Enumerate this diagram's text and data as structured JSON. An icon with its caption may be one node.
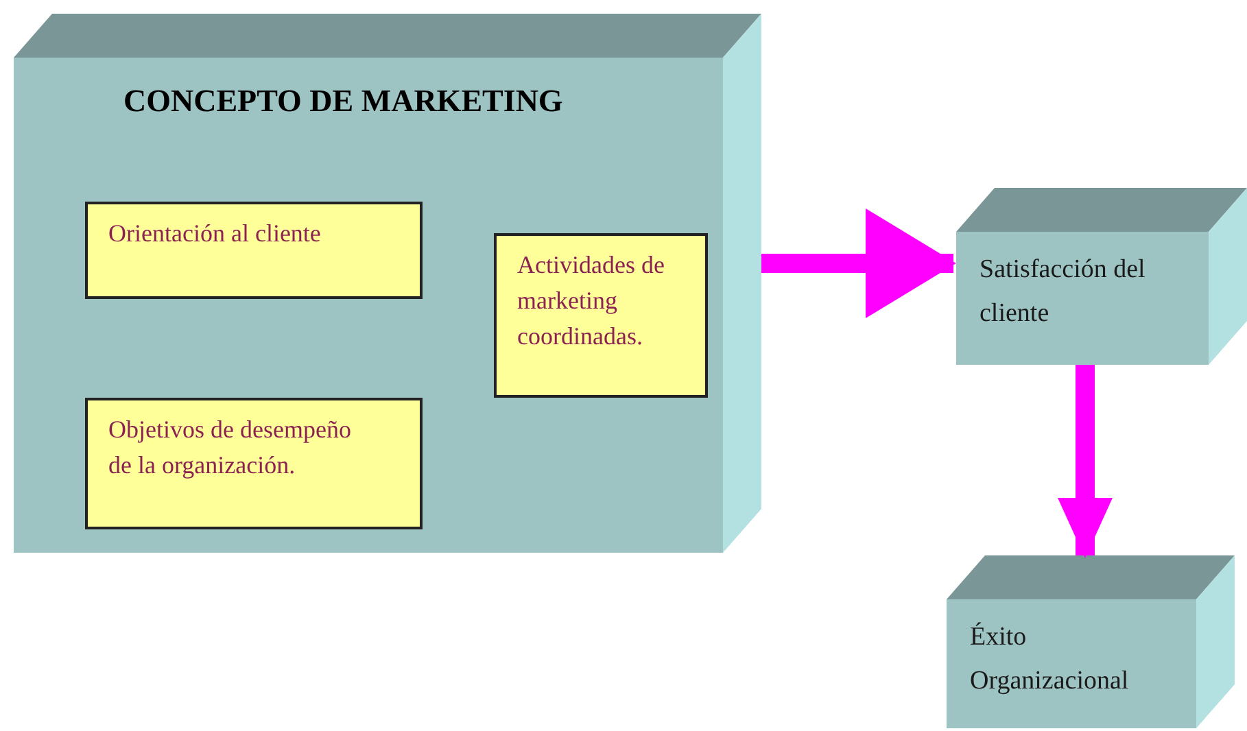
{
  "diagram": {
    "nodes": [
      {
        "text": [
          "CONCEPTO DE MARKETING"
        ]
      },
      {
        "text": [
          "Orientación al cliente"
        ],
        "in": 0
      },
      {
        "text": [
          "Actividades de marketing coordinadas."
        ],
        "in": 0
      },
      {
        "text": [
          "Objetivos de desempeño de la organización."
        ],
        "in": 0
      },
      {
        "text": [
          "Satisfacción del cliente"
        ]
      },
      {
        "text": [
          "Éxito Organizacional"
        ]
      }
    ],
    "edges": [
      {
        "from": 0,
        "to": 4,
        "arrow": "to"
      },
      {
        "from": 4,
        "to": 5,
        "arrow": "to"
      }
    ]
  }
}
